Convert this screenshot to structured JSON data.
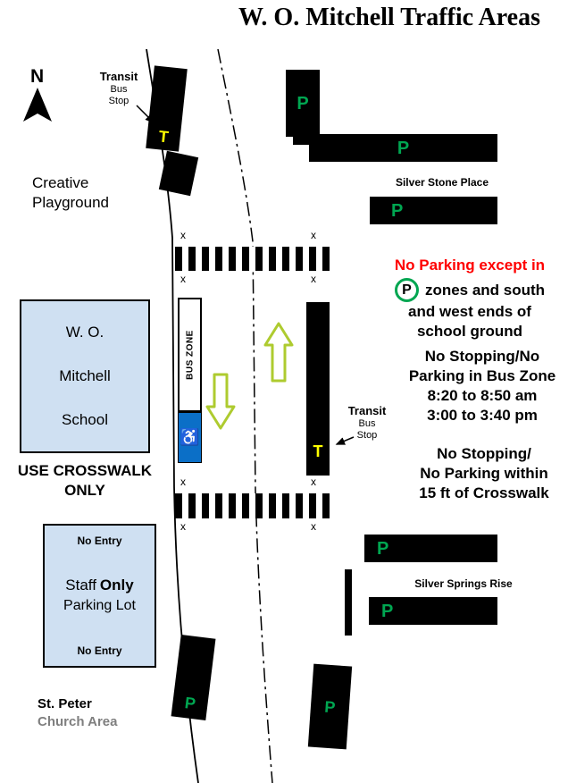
{
  "title": "W. O. Mitchell Traffic Areas",
  "compass": {
    "label": "N"
  },
  "markers": {
    "p": "P",
    "t": "T",
    "x": "x",
    "handicap": "♿"
  },
  "transit_stop": {
    "line1": "Transit",
    "line2": "Bus",
    "line3": "Stop"
  },
  "playground_label": "Creative\nPlayground",
  "streets": {
    "silver_stone_place": "Silver Stone Place",
    "silver_springs_rise": "Silver Springs Rise"
  },
  "school": {
    "name_line1": "W. O.",
    "name_line2": "Mitchell",
    "name_line3": "School"
  },
  "bus_zone_label": "BUS ZONE",
  "crosswalk_instruction": "USE CROSSWALK\nONLY",
  "parking_rules": {
    "headline_red": "No Parking except in",
    "zones_line1": "zones and south",
    "zones_line2": "and west ends of",
    "zones_line3": "school ground",
    "bus_zone_rule": "No Stopping/No\nParking in Bus Zone\n8:20 to 8:50 am\n3:00 to 3:40 pm",
    "crosswalk_rule": "No Stopping/\nNo Parking within\n15 ft of Crosswalk"
  },
  "staff_lot": {
    "no_entry_top": "No Entry",
    "name_regular": "Staff",
    "name_bold": "Only",
    "name_line2": "Parking Lot",
    "no_entry_bottom": "No Entry"
  },
  "church": {
    "line1": "St. Peter",
    "line2": "Church Area"
  },
  "colors": {
    "parking_green": "#00A651",
    "transit_yellow": "#FFFF00",
    "alert_red": "#FF0000",
    "handicap_blue": "#0B6FC7",
    "school_fill": "#CFE0F2",
    "arrow_outline": "#AECB2F"
  }
}
